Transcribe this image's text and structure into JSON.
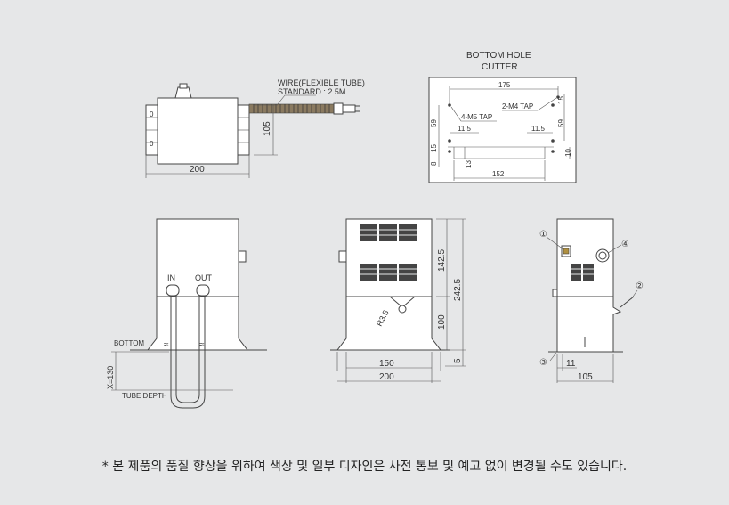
{
  "top_view": {
    "wire_label_1": "WIRE(FLEXIBLE TUBE)",
    "wire_label_2": "STANDARD : 2.5M",
    "dim_width": "200",
    "dim_height": "105"
  },
  "bottom_hole": {
    "title_1": "BOTTOM HOLE",
    "title_2": "CUTTER",
    "dim_175": "175",
    "m4_tap": "2-M4 TAP",
    "m5_tap": "4-M5 TAP",
    "dim_59_left": "59",
    "dim_59_right": "59",
    "dim_15_right": "15",
    "dim_115_left": "11.5",
    "dim_115_right": "11.5",
    "dim_15_left": "15",
    "dim_8": "8",
    "dim_13": "13",
    "dim_10": "10",
    "dim_152": "152"
  },
  "install_view": {
    "in_label": "IN",
    "out_label": "OUT",
    "bottom_label": "BOTTOM",
    "x_label": "X=130",
    "tube_depth_label": "TUBE DEPTH"
  },
  "front_view": {
    "dim_1425": "142.5",
    "dim_2425": "242.5",
    "dim_100": "100",
    "dim_5": "5",
    "dim_150": "150",
    "dim_200": "200",
    "radius": "R3.5"
  },
  "side_view": {
    "callout_1": "①",
    "callout_2": "②",
    "callout_3": "③",
    "callout_4": "④",
    "dim_11": "11",
    "dim_105": "105"
  },
  "footnote": "* 본 제품의 품질 향상을 위하여 색상 및 일부 디자인은 사전 통보 및 예고 없이 변경될 수도 있습니다."
}
